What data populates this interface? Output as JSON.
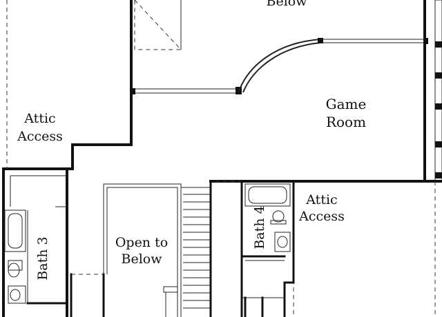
{
  "plan": {
    "background": "#ffffff",
    "line_color": "#111111",
    "labels": {
      "below_top": "Below",
      "attic_left_1": "Attic",
      "attic_left_2": "Access",
      "game_1": "Game",
      "game_2": "Room",
      "attic_right_1": "Attic",
      "attic_right_2": "Access",
      "open_1": "Open to",
      "open_2": "Below",
      "bath3": "Bath 3",
      "bath4": "Bath 4"
    }
  }
}
